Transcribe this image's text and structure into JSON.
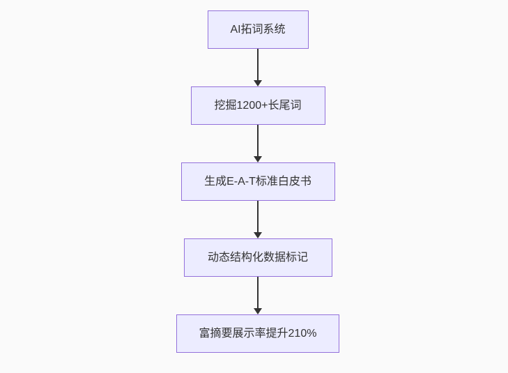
{
  "flowchart": {
    "type": "flowchart",
    "direction": "top-down",
    "nodes": [
      {
        "id": "A",
        "label": "AI拓词系统"
      },
      {
        "id": "B",
        "label": "挖掘1200+长尾词"
      },
      {
        "id": "C",
        "label": "生成E-A-T标准白皮书"
      },
      {
        "id": "D",
        "label": "动态结构化数据标记"
      },
      {
        "id": "E",
        "label": "富摘要展示率提升210%"
      }
    ],
    "edges": [
      {
        "from": "A",
        "to": "B",
        "style": "arrow-down"
      },
      {
        "from": "B",
        "to": "C",
        "style": "arrow-down"
      },
      {
        "from": "C",
        "to": "D",
        "style": "arrow-down"
      },
      {
        "from": "D",
        "to": "E",
        "style": "arrow-down"
      }
    ],
    "colors": {
      "node_fill": "#ECECFF",
      "node_border": "#9370DB",
      "arrow": "#333333",
      "text": "#333333",
      "background": "#fafafa"
    }
  }
}
